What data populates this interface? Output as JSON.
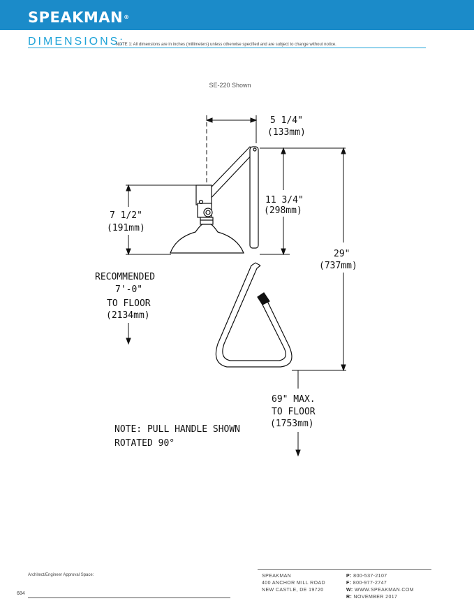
{
  "header": {
    "brand": "SPEAKMAN",
    "reg": "®"
  },
  "dimensions": {
    "title": "DIMENSIONS:",
    "note": "NOTE 1: All dimensions are in inches (millimeters) unless otherwise specified and are subject to change without notice."
  },
  "drawing": {
    "caption": "SE-220 Shown",
    "dim_top": {
      "in": "5 1/4\"",
      "mm": "(133mm)"
    },
    "dim_arm": {
      "in": "11 3/4\"",
      "mm": "(298mm)"
    },
    "dim_head": {
      "in": "7 1/2\"",
      "mm": "(191mm)"
    },
    "dim_total": {
      "in": "29\"",
      "mm": "(737mm)"
    },
    "recommended": {
      "line1": "RECOMMENDED",
      "line2": "7'-0\"",
      "line3": "TO FLOOR",
      "line4": "(2134mm)"
    },
    "max": {
      "line1": "69\" MAX.",
      "line2": "TO FLOOR",
      "line3": "(1753mm)"
    },
    "note": {
      "line1": "NOTE: PULL HANDLE SHOWN",
      "line2": "ROTATED 90°"
    }
  },
  "footer": {
    "approval": "Architect/Engineer Approval Space:",
    "page_number": "684",
    "company": "SPEAKMAN",
    "address1": "400 ANCHOR MILL ROAD",
    "address2": "NEW CASTLE, DE 19720",
    "phone_label": "P:",
    "phone": "800-537-2107",
    "fax_label": "F:",
    "fax": "800-977-2747",
    "web_label": "W:",
    "web": "WWW.SPEAKMAN.COM",
    "rev_label": "R:",
    "rev": "NOVEMBER 2017"
  }
}
